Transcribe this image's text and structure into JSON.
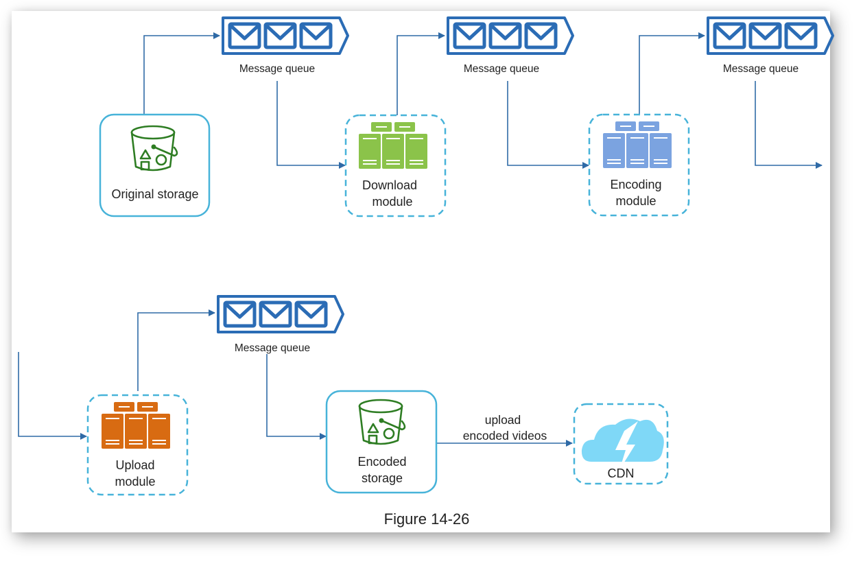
{
  "figure": {
    "caption": "Figure 14-26"
  },
  "colors": {
    "arrow": "#2f6aa6",
    "queue": "#2b6cb5",
    "storage_border": "#47b3d9",
    "dashed_border": "#47b3d9",
    "bucket_icon": "#2e7d23",
    "download_server": "#8bc34a",
    "encoding_server": "#7ba3e0",
    "upload_server": "#d86b12",
    "cdn_cloud": "#7fd8f7"
  },
  "nodes": {
    "original_storage": {
      "label": "Original storage",
      "icon": "bucket-icon"
    },
    "download_module": {
      "label_line1": "Download",
      "label_line2": "module",
      "icon": "server-icon"
    },
    "encoding_module": {
      "label_line1": "Encoding",
      "label_line2": "module",
      "icon": "server-icon"
    },
    "upload_module": {
      "label_line1": "Upload",
      "label_line2": "module",
      "icon": "server-icon"
    },
    "encoded_storage": {
      "label_line1": "Encoded",
      "label_line2": "storage",
      "icon": "bucket-icon"
    },
    "cdn": {
      "label": "CDN",
      "icon": "cloud-lightning-icon"
    }
  },
  "queues": [
    {
      "label": "Message queue",
      "icon": "message-queue-icon"
    },
    {
      "label": "Message queue",
      "icon": "message-queue-icon"
    },
    {
      "label": "Message queue",
      "icon": "message-queue-icon"
    },
    {
      "label": "Message queue",
      "icon": "message-queue-icon"
    }
  ],
  "edges": {
    "encoded_to_cdn": {
      "line1": "upload",
      "line2": "encoded videos"
    }
  }
}
